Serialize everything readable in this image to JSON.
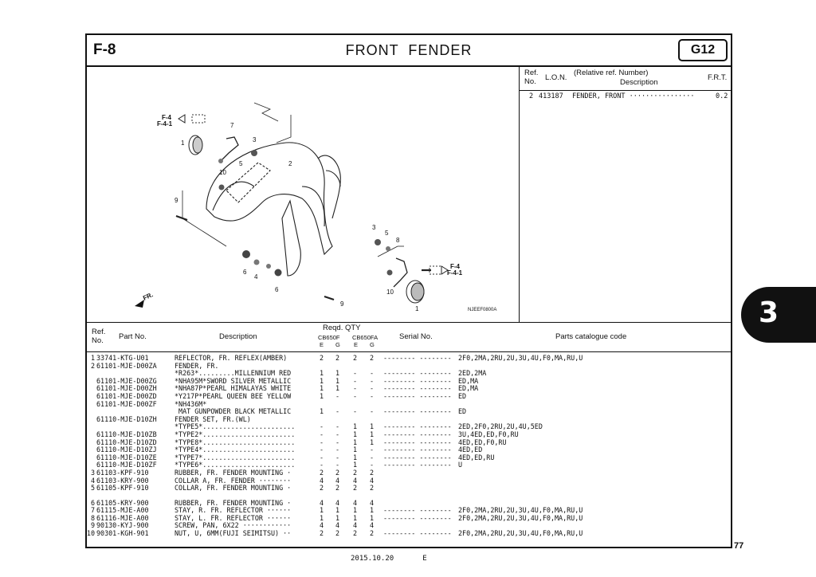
{
  "header": {
    "section_code": "F-8",
    "title": "FRONT  FENDER",
    "group_code": "G12"
  },
  "illustration": {
    "callouts": [
      "1",
      "7",
      "3",
      "5",
      "10",
      "2",
      "9",
      "3",
      "5",
      "8",
      "6",
      "4",
      "6",
      "10",
      "9",
      "1"
    ],
    "references": [
      "F-4",
      "F-4-1",
      "F-4",
      "F-4-1"
    ],
    "direction_label": "FR.",
    "figure_code": "NJEEF0800A"
  },
  "lon_table": {
    "headers": {
      "ref_no": "Ref.\nNo.",
      "lon": "L.O.N.",
      "relative": "(Relative ref. Number)",
      "description": "Description",
      "frt": "F.R.T."
    },
    "rows": [
      {
        "ref": "2",
        "lon": "413187",
        "description": "FENDER, FRONT ················",
        "frt": "0.2"
      }
    ]
  },
  "parts_table": {
    "headers": {
      "ref_no": "Ref.\nNo.",
      "part_no": "Part No.",
      "description": "Description",
      "reqd_qty": "Reqd. QTY",
      "model_a": "CB650F",
      "model_b": "CB650FA",
      "sub_e1": "E",
      "sub_g1": "G",
      "sub_e2": "E",
      "sub_g2": "G",
      "serial_no": "Serial No.",
      "catalogue_code": "Parts catalogue code"
    },
    "rows": [
      {
        "ref": "1",
        "part": "33741-KTG-U01",
        "desc": "REFLECTOR, FR. REFLEX(AMBER)",
        "q1": "2",
        "q2": "2",
        "q3": "2",
        "q4": "2",
        "serial": "-------- --------",
        "code": "2F0,2MA,2RU,2U,3U,4U,F0,MA,RU,U"
      },
      {
        "ref": "2",
        "part": "61101-MJE-D00ZA",
        "desc": "FENDER, FR.",
        "q1": "",
        "q2": "",
        "q3": "",
        "q4": "",
        "serial": "",
        "code": ""
      },
      {
        "ref": "",
        "part": "",
        "desc": "*R263*.........MILLENNIUM RED",
        "q1": "1",
        "q2": "1",
        "q3": "-",
        "q4": "-",
        "serial": "-------- --------",
        "code": "2ED,2MA"
      },
      {
        "ref": "",
        "part": "61101-MJE-D00ZG",
        "desc": "*NHA95M*SWORD SILVER METALLIC",
        "q1": "1",
        "q2": "1",
        "q3": "-",
        "q4": "-",
        "serial": "-------- --------",
        "code": "ED,MA"
      },
      {
        "ref": "",
        "part": "61101-MJE-D00ZH",
        "desc": "*NHA87P*PEARL HIMALAYAS WHITE",
        "q1": "1",
        "q2": "1",
        "q3": "-",
        "q4": "-",
        "serial": "-------- --------",
        "code": "ED,MA"
      },
      {
        "ref": "",
        "part": "61101-MJE-D00ZD",
        "desc": "*Y217P*PEARL QUEEN BEE YELLOW",
        "q1": "1",
        "q2": "-",
        "q3": "-",
        "q4": "-",
        "serial": "-------- --------",
        "code": "ED"
      },
      {
        "ref": "",
        "part": "61101-MJE-D00ZF",
        "desc": "*NH436M*",
        "q1": "",
        "q2": "",
        "q3": "",
        "q4": "",
        "serial": "",
        "code": ""
      },
      {
        "ref": "",
        "part": "",
        "desc": " MAT GUNPOWDER BLACK METALLIC",
        "q1": "1",
        "q2": "-",
        "q3": "-",
        "q4": "-",
        "serial": "-------- --------",
        "code": "ED"
      },
      {
        "ref": "",
        "part": "61110-MJE-D10ZH",
        "desc": "FENDER SET, FR.(WL)",
        "q1": "",
        "q2": "",
        "q3": "",
        "q4": "",
        "serial": "",
        "code": ""
      },
      {
        "ref": "",
        "part": "",
        "desc": "*TYPE5*.......................",
        "q1": "-",
        "q2": "-",
        "q3": "1",
        "q4": "1",
        "serial": "-------- --------",
        "code": "2ED,2F0,2RU,2U,4U,5ED"
      },
      {
        "ref": "",
        "part": "61110-MJE-D10ZB",
        "desc": "*TYPE2*.......................",
        "q1": "-",
        "q2": "-",
        "q3": "1",
        "q4": "1",
        "serial": "-------- --------",
        "code": "3U,4ED,ED,F0,RU"
      },
      {
        "ref": "",
        "part": "61110-MJE-D10ZD",
        "desc": "*TYPE8*.......................",
        "q1": "-",
        "q2": "-",
        "q3": "1",
        "q4": "1",
        "serial": "-------- --------",
        "code": "4ED,ED,F0,RU"
      },
      {
        "ref": "",
        "part": "61110-MJE-D10ZJ",
        "desc": "*TYPE4*.......................",
        "q1": "-",
        "q2": "-",
        "q3": "1",
        "q4": "-",
        "serial": "-------- --------",
        "code": "4ED,ED"
      },
      {
        "ref": "",
        "part": "61110-MJE-D10ZE",
        "desc": "*TYPE7*.......................",
        "q1": "-",
        "q2": "-",
        "q3": "1",
        "q4": "-",
        "serial": "-------- --------",
        "code": "4ED,ED,RU"
      },
      {
        "ref": "",
        "part": "61110-MJE-D10ZF",
        "desc": "*TYPE6*.......................",
        "q1": "-",
        "q2": "-",
        "q3": "1",
        "q4": "-",
        "serial": "-------- --------",
        "code": "U"
      },
      {
        "ref": "3",
        "part": "61103-KPF-910",
        "desc": "RUBBER, FR. FENDER MOUNTING ·",
        "q1": "2",
        "q2": "2",
        "q3": "2",
        "q4": "2",
        "serial": "",
        "code": ""
      },
      {
        "ref": "4",
        "part": "61103-KRY-900",
        "desc": "COLLAR A, FR. FENDER ········",
        "q1": "4",
        "q2": "4",
        "q3": "4",
        "q4": "4",
        "serial": "",
        "code": ""
      },
      {
        "ref": "5",
        "part": "61105-KPF-910",
        "desc": "COLLAR, FR. FENDER MOUNTING ·",
        "q1": "2",
        "q2": "2",
        "q3": "2",
        "q4": "2",
        "serial": "",
        "code": ""
      },
      {
        "gap": true
      },
      {
        "ref": "6",
        "part": "61105-KRY-900",
        "desc": "RUBBER, FR. FENDER MOUNTING ·",
        "q1": "4",
        "q2": "4",
        "q3": "4",
        "q4": "4",
        "serial": "",
        "code": ""
      },
      {
        "ref": "7",
        "part": "61115-MJE-A00",
        "desc": "STAY, R. FR. REFLECTOR ······",
        "q1": "1",
        "q2": "1",
        "q3": "1",
        "q4": "1",
        "serial": "-------- --------",
        "code": "2F0,2MA,2RU,2U,3U,4U,F0,MA,RU,U"
      },
      {
        "ref": "8",
        "part": "61116-MJE-A00",
        "desc": "STAY, L. FR. REFLECTOR ······",
        "q1": "1",
        "q2": "1",
        "q3": "1",
        "q4": "1",
        "serial": "-------- --------",
        "code": "2F0,2MA,2RU,2U,3U,4U,F0,MA,RU,U"
      },
      {
        "ref": "9",
        "part": "90130-KYJ-900",
        "desc": "SCREW, PAN, 6X22 ············",
        "q1": "4",
        "q2": "4",
        "q3": "4",
        "q4": "4",
        "serial": "",
        "code": ""
      },
      {
        "ref": "10",
        "part": "90301-KGH-901",
        "desc": "NUT, U, 6MM(FUJI SEIMITSU) ··",
        "q1": "2",
        "q2": "2",
        "q3": "2",
        "q4": "2",
        "serial": "-------- --------",
        "code": "2F0,2MA,2RU,2U,3U,4U,F0,MA,RU,U"
      }
    ]
  },
  "side_tab": "3",
  "page_number": "77",
  "footer": {
    "date": "2015.10.20",
    "edition": "E"
  }
}
